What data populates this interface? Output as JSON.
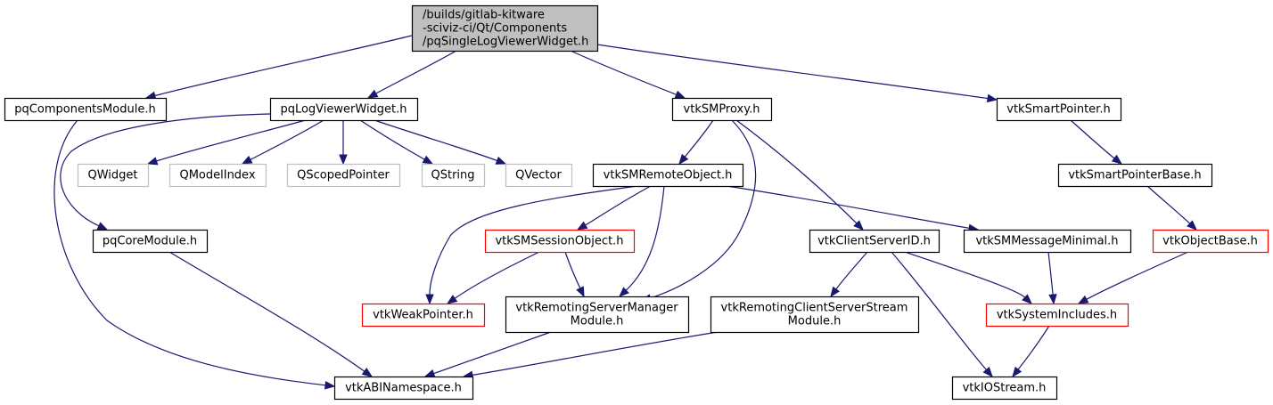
{
  "graph": {
    "title": "Include dependency graph for pqSingleLogViewerWidget.h",
    "colors": {
      "edge": "#191970",
      "root_fill": "#bfbfbf",
      "root_border": "#000000",
      "node_border": "#000000",
      "external_border": "#bfbfbf",
      "truncated_border": "#ff0000"
    },
    "nodes": [
      {
        "id": "root",
        "lines": [
          "/builds/gitlab-kitware",
          "-sciviz-ci/Qt/Components",
          "/pqSingleLogViewerWidget.h"
        ],
        "kind": "root"
      },
      {
        "id": "pqComponentsModule",
        "lines": [
          "pqComponentsModule.h"
        ],
        "kind": "normal"
      },
      {
        "id": "pqLogViewerWidget",
        "lines": [
          "pqLogViewerWidget.h"
        ],
        "kind": "normal"
      },
      {
        "id": "vtkSMProxy",
        "lines": [
          "vtkSMProxy.h"
        ],
        "kind": "normal"
      },
      {
        "id": "vtkSmartPointer",
        "lines": [
          "vtkSmartPointer.h"
        ],
        "kind": "normal"
      },
      {
        "id": "QWidget",
        "lines": [
          "QWidget"
        ],
        "kind": "external"
      },
      {
        "id": "QModelIndex",
        "lines": [
          "QModelIndex"
        ],
        "kind": "external"
      },
      {
        "id": "QScopedPointer",
        "lines": [
          "QScopedPointer"
        ],
        "kind": "external"
      },
      {
        "id": "QString",
        "lines": [
          "QString"
        ],
        "kind": "external"
      },
      {
        "id": "QVector",
        "lines": [
          "QVector"
        ],
        "kind": "external"
      },
      {
        "id": "vtkSMRemoteObject",
        "lines": [
          "vtkSMRemoteObject.h"
        ],
        "kind": "normal"
      },
      {
        "id": "vtkSmartPointerBase",
        "lines": [
          "vtkSmartPointerBase.h"
        ],
        "kind": "normal"
      },
      {
        "id": "pqCoreModule",
        "lines": [
          "pqCoreModule.h"
        ],
        "kind": "normal"
      },
      {
        "id": "vtkSMSessionObject",
        "lines": [
          "vtkSMSessionObject.h"
        ],
        "kind": "truncated"
      },
      {
        "id": "vtkClientServerID",
        "lines": [
          "vtkClientServerID.h"
        ],
        "kind": "normal"
      },
      {
        "id": "vtkSMMessageMinimal",
        "lines": [
          "vtkSMMessageMinimal.h"
        ],
        "kind": "normal"
      },
      {
        "id": "vtkObjectBase",
        "lines": [
          "vtkObjectBase.h"
        ],
        "kind": "truncated"
      },
      {
        "id": "vtkWeakPointer",
        "lines": [
          "vtkWeakPointer.h"
        ],
        "kind": "truncated"
      },
      {
        "id": "vtkRemotingServerManagerModule",
        "lines": [
          "vtkRemotingServerManager",
          "Module.h"
        ],
        "kind": "normal"
      },
      {
        "id": "vtkRemotingClientServerStreamModule",
        "lines": [
          "vtkRemotingClientServerStream",
          "Module.h"
        ],
        "kind": "normal"
      },
      {
        "id": "vtkSystemIncludes",
        "lines": [
          "vtkSystemIncludes.h"
        ],
        "kind": "truncated"
      },
      {
        "id": "vtkABINamespace",
        "lines": [
          "vtkABINamespace.h"
        ],
        "kind": "normal"
      },
      {
        "id": "vtkIOStream",
        "lines": [
          "vtkIOStream.h"
        ],
        "kind": "normal"
      }
    ],
    "edges": [
      {
        "from": "root",
        "to": "pqComponentsModule"
      },
      {
        "from": "root",
        "to": "pqLogViewerWidget"
      },
      {
        "from": "root",
        "to": "vtkSMProxy"
      },
      {
        "from": "root",
        "to": "vtkSmartPointer"
      },
      {
        "from": "pqComponentsModule",
        "to": "vtkABINamespace"
      },
      {
        "from": "pqLogViewerWidget",
        "to": "QWidget"
      },
      {
        "from": "pqLogViewerWidget",
        "to": "QModelIndex"
      },
      {
        "from": "pqLogViewerWidget",
        "to": "QScopedPointer"
      },
      {
        "from": "pqLogViewerWidget",
        "to": "QString"
      },
      {
        "from": "pqLogViewerWidget",
        "to": "QVector"
      },
      {
        "from": "pqLogViewerWidget",
        "to": "pqCoreModule"
      },
      {
        "from": "pqCoreModule",
        "to": "vtkABINamespace"
      },
      {
        "from": "vtkSMProxy",
        "to": "vtkSMRemoteObject"
      },
      {
        "from": "vtkSMProxy",
        "to": "vtkRemotingServerManagerModule"
      },
      {
        "from": "vtkSMProxy",
        "to": "vtkClientServerID"
      },
      {
        "from": "vtkSMRemoteObject",
        "to": "vtkWeakPointer"
      },
      {
        "from": "vtkSMRemoteObject",
        "to": "vtkSMSessionObject"
      },
      {
        "from": "vtkSMRemoteObject",
        "to": "vtkRemotingServerManagerModule"
      },
      {
        "from": "vtkSMRemoteObject",
        "to": "vtkSMMessageMinimal"
      },
      {
        "from": "vtkSMSessionObject",
        "to": "vtkWeakPointer"
      },
      {
        "from": "vtkSMSessionObject",
        "to": "vtkRemotingServerManagerModule"
      },
      {
        "from": "vtkRemotingServerManagerModule",
        "to": "vtkABINamespace"
      },
      {
        "from": "vtkClientServerID",
        "to": "vtkRemotingClientServerStreamModule"
      },
      {
        "from": "vtkClientServerID",
        "to": "vtkSystemIncludes"
      },
      {
        "from": "vtkClientServerID",
        "to": "vtkIOStream"
      },
      {
        "from": "vtkRemotingClientServerStreamModule",
        "to": "vtkABINamespace"
      },
      {
        "from": "vtkSMMessageMinimal",
        "to": "vtkSystemIncludes"
      },
      {
        "from": "vtkSmartPointer",
        "to": "vtkSmartPointerBase"
      },
      {
        "from": "vtkSmartPointerBase",
        "to": "vtkObjectBase"
      },
      {
        "from": "vtkObjectBase",
        "to": "vtkSystemIncludes"
      },
      {
        "from": "vtkSystemIncludes",
        "to": "vtkIOStream"
      }
    ]
  }
}
